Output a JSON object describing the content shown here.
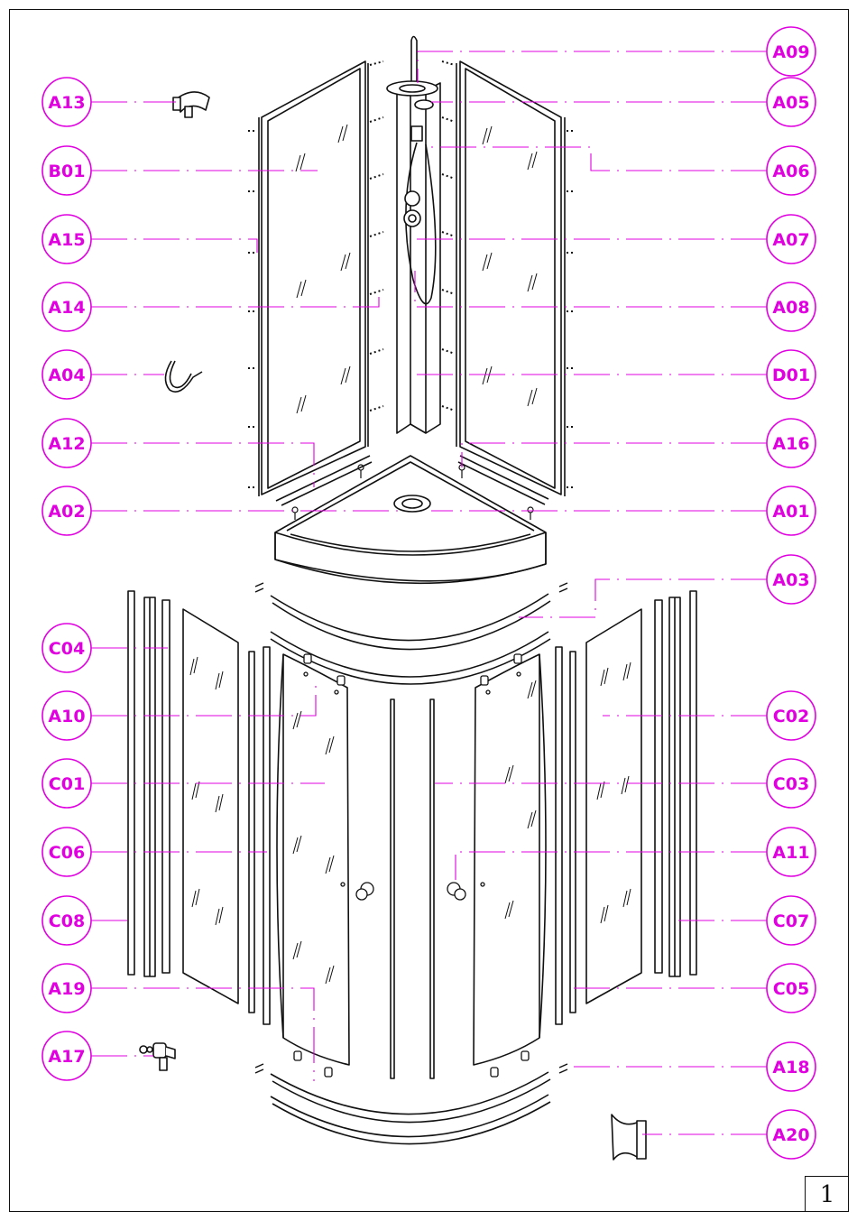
{
  "page_number": "1",
  "accent_color": "#e000e0",
  "line_color": "#111111",
  "callouts": {
    "left": [
      "A13",
      "B01",
      "A15",
      "A14",
      "A04",
      "A12",
      "A02",
      "C04",
      "A10",
      "C01",
      "C06",
      "C08",
      "A19",
      "A17"
    ],
    "right": [
      "A09",
      "A05",
      "A06",
      "A07",
      "A08",
      "D01",
      "A16",
      "A01",
      "A03",
      "C02",
      "C03",
      "A11",
      "C07",
      "C05",
      "A18",
      "A20"
    ]
  }
}
